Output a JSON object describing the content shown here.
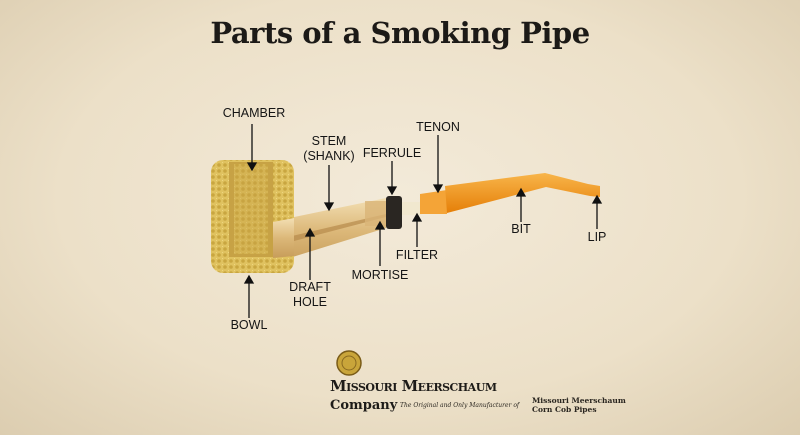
{
  "title": "Parts of a Smoking Pipe",
  "labels": {
    "chamber": "CHAMBER",
    "stem_line1": "STEM",
    "stem_line2": "(SHANK)",
    "ferrule": "FERRULE",
    "tenon": "TENON",
    "bit": "BIT",
    "lip": "LIP",
    "filter": "FILTER",
    "mortise": "MORTISE",
    "draft_line1": "DRAFT",
    "draft_line2": "HOLE",
    "bowl": "BOWL"
  },
  "logo": {
    "name": "Missouri Meerschaum",
    "company": "Company",
    "tagline": "The Original and Only Manufacturer of",
    "product_line1": "Missouri Meerschaum",
    "product_line2": "Corn Cob Pipes"
  },
  "colors": {
    "cob": "#e2c463",
    "stem_wood": "#e9cf9a",
    "bit": "#f39a1c",
    "ferrule": "#2a2622"
  }
}
